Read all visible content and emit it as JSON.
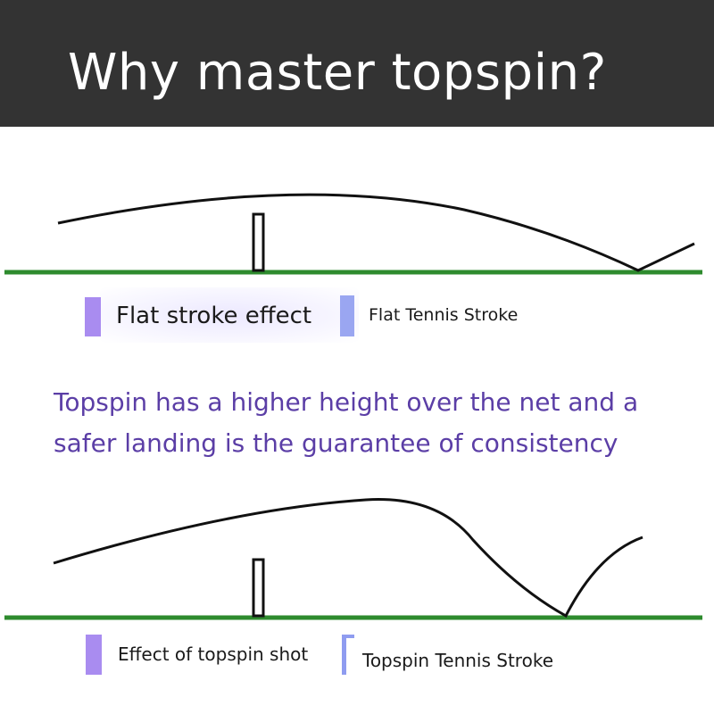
{
  "header": {
    "title": "Why master topspin?"
  },
  "flat_section": {
    "effect_label": "Flat stroke effect",
    "stroke_label": "Flat Tennis Stroke"
  },
  "caption": "Topspin has a higher height over the net and a safer landing is the guarantee of consistency",
  "topspin_section": {
    "effect_label": "Effect of topspin shot",
    "stroke_label": "Topspin Tennis Stroke"
  },
  "colors": {
    "header_bg": "#333333",
    "court_line": "#2e8b2e",
    "trajectory": "#111111",
    "caption_text": "#5b3ea6",
    "marker_purple": "#a98cf0",
    "marker_blue": "#8f9cf0"
  }
}
